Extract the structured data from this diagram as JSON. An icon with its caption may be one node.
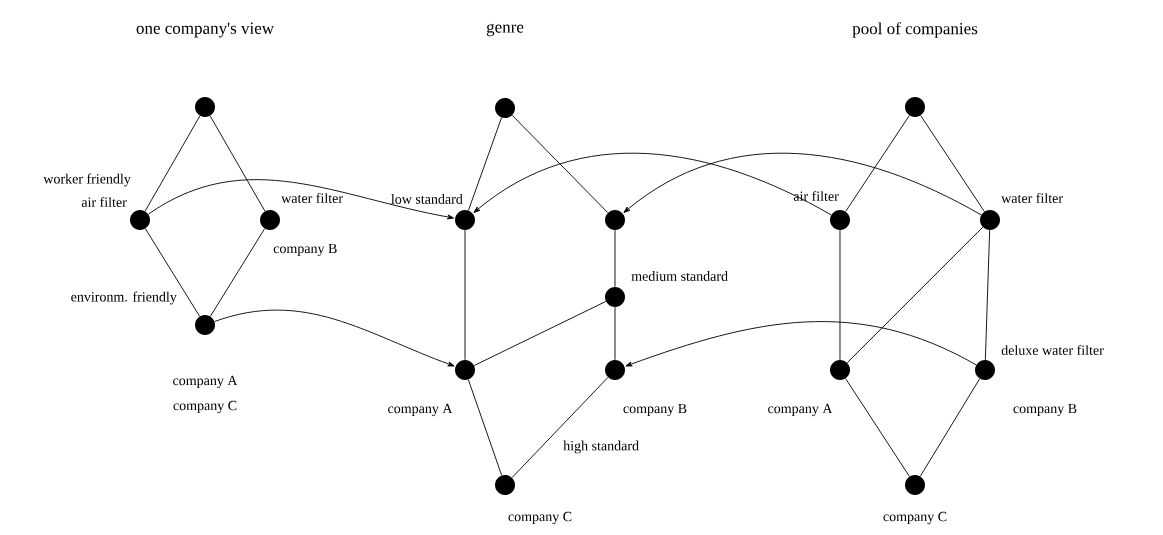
{
  "diagram": {
    "nodes": [
      {
        "text": [],
        "shape": "circle"
      },
      {
        "text": [],
        "shape": "circle",
        "beside": [
          "worker friendly",
          "air filter"
        ]
      },
      {
        "text": [],
        "shape": "circle",
        "beside": [
          "water filter",
          "company B"
        ]
      },
      {
        "text": [],
        "shape": "circle",
        "beside": [
          "environm. friendly",
          "company A",
          "company C"
        ]
      },
      {
        "text": [],
        "shape": "circle"
      },
      {
        "text": [],
        "shape": "circle",
        "beside": [
          "low standard"
        ]
      },
      {
        "text": [],
        "shape": "circle"
      },
      {
        "text": [],
        "shape": "circle",
        "beside": [
          "medium standard"
        ]
      },
      {
        "text": [],
        "shape": "circle",
        "beside": [
          "company A"
        ]
      },
      {
        "text": [],
        "shape": "circle",
        "beside": [
          "company B"
        ]
      },
      {
        "text": [],
        "shape": "circle",
        "beside": [
          "high standard",
          "company C"
        ]
      },
      {
        "text": [],
        "shape": "circle"
      },
      {
        "text": [],
        "shape": "circle",
        "beside": [
          "air filter"
        ]
      },
      {
        "text": [],
        "shape": "circle",
        "beside": [
          "water filter"
        ]
      },
      {
        "text": [],
        "shape": "circle",
        "beside": [
          "company A"
        ]
      },
      {
        "text": [],
        "shape": "circle",
        "beside": [
          "deluxe water filter",
          "company B"
        ]
      },
      {
        "text": [],
        "shape": "circle",
        "beside": [
          "company C"
        ]
      }
    ],
    "edges": [
      {
        "from": 0,
        "to": 1,
        "arrow": "none"
      },
      {
        "from": 0,
        "to": 2,
        "arrow": "none"
      },
      {
        "from": 1,
        "to": 3,
        "arrow": "none"
      },
      {
        "from": 2,
        "to": 3,
        "arrow": "none"
      },
      {
        "from": 4,
        "to": 5,
        "arrow": "none"
      },
      {
        "from": 4,
        "to": 6,
        "arrow": "none"
      },
      {
        "from": 5,
        "to": 8,
        "arrow": "none"
      },
      {
        "from": 6,
        "to": 7,
        "arrow": "none"
      },
      {
        "from": 7,
        "to": 8,
        "arrow": "none"
      },
      {
        "from": 7,
        "to": 9,
        "arrow": "none"
      },
      {
        "from": 8,
        "to": 10,
        "arrow": "none"
      },
      {
        "from": 9,
        "to": 10,
        "arrow": "none"
      },
      {
        "from": 11,
        "to": 12,
        "arrow": "none"
      },
      {
        "from": 11,
        "to": 13,
        "arrow": "none"
      },
      {
        "from": 12,
        "to": 14,
        "arrow": "none"
      },
      {
        "from": 13,
        "to": 14,
        "arrow": "none"
      },
      {
        "from": 13,
        "to": 15,
        "arrow": "none"
      },
      {
        "from": 14,
        "to": 16,
        "arrow": "none"
      },
      {
        "from": 15,
        "to": 16,
        "arrow": "none"
      },
      {
        "from": 1,
        "to": 5,
        "arrow": "to"
      },
      {
        "from": 3,
        "to": 8,
        "arrow": "to"
      },
      {
        "from": 12,
        "to": 5,
        "arrow": "to"
      },
      {
        "from": 13,
        "to": 6,
        "arrow": "to"
      },
      {
        "from": 15,
        "to": 9,
        "arrow": "to"
      }
    ],
    "labels": [
      "one company's view",
      "genre",
      "pool of companies"
    ]
  }
}
